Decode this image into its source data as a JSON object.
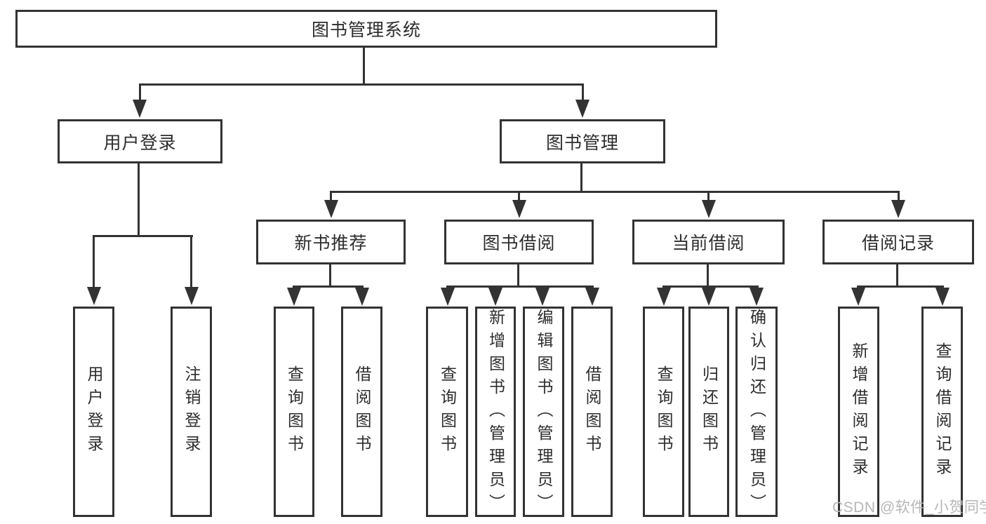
{
  "diagram": {
    "root": {
      "label": "图书管理系统"
    },
    "branches": [
      {
        "label": "用户登录",
        "children": [
          {
            "label": "用户登录"
          },
          {
            "label": "注销登录"
          }
        ]
      },
      {
        "label": "图书管理",
        "children": [
          {
            "label": "新书推荐",
            "children": [
              {
                "label": "查询图书"
              },
              {
                "label": "借阅图书"
              }
            ]
          },
          {
            "label": "图书借阅",
            "children": [
              {
                "label": "查询图书"
              },
              {
                "label": "新增图书（管理员）"
              },
              {
                "label": "编辑图书（管理员）"
              },
              {
                "label": "借阅图书"
              }
            ]
          },
          {
            "label": "当前借阅",
            "children": [
              {
                "label": "查询图书"
              },
              {
                "label": "归还图书"
              },
              {
                "label": "确认归还（管理员）"
              }
            ]
          },
          {
            "label": "借阅记录",
            "children": [
              {
                "label": "新增借阅记录"
              },
              {
                "label": "查询借阅记录"
              }
            ]
          }
        ]
      }
    ]
  },
  "watermark": {
    "text": "CSDN @软件_小贺同学"
  },
  "colors": {
    "line": "#333333",
    "text": "#2d2d2d",
    "background": "#ffffff",
    "watermark": "#b7b7b7"
  }
}
